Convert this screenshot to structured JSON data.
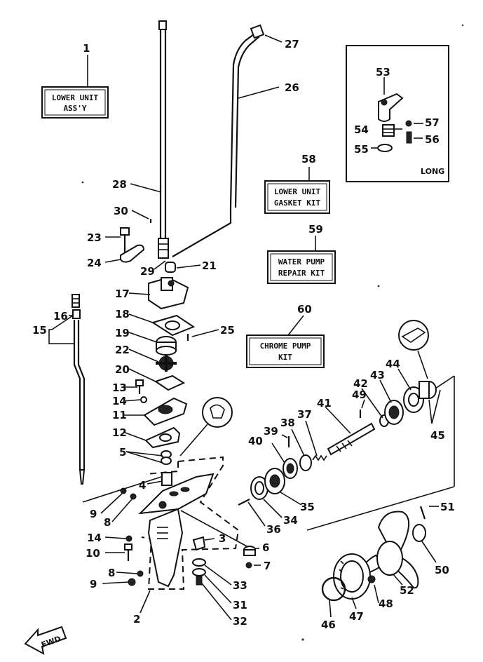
{
  "boxes": {
    "lower_unit_assy": [
      "LOWER UNIT",
      "ASS'Y"
    ],
    "gasket_kit": [
      "LOWER UNIT",
      "GASKET KIT"
    ],
    "water_pump_kit": [
      "WATER PUMP",
      "REPAIR KIT"
    ],
    "chrome_pump_kit": [
      "CHROME PUMP",
      "KIT"
    ]
  },
  "inset_note": "LONG",
  "fwd_label": "FWD",
  "callouts": [
    "1",
    "2",
    "3",
    "4",
    "5",
    "6",
    "7",
    "8",
    "8",
    "9",
    "9",
    "10",
    "11",
    "12",
    "13",
    "14",
    "14",
    "15",
    "16",
    "17",
    "18",
    "19",
    "20",
    "21",
    "22",
    "23",
    "24",
    "25",
    "26",
    "27",
    "28",
    "29",
    "30",
    "31",
    "32",
    "33",
    "34",
    "35",
    "36",
    "37",
    "38",
    "39",
    "40",
    "41",
    "42",
    "43",
    "44",
    "45",
    "46",
    "47",
    "48",
    "49",
    "50",
    "51",
    "52",
    "53",
    "54",
    "55",
    "56",
    "57",
    "58",
    "59",
    "60"
  ]
}
